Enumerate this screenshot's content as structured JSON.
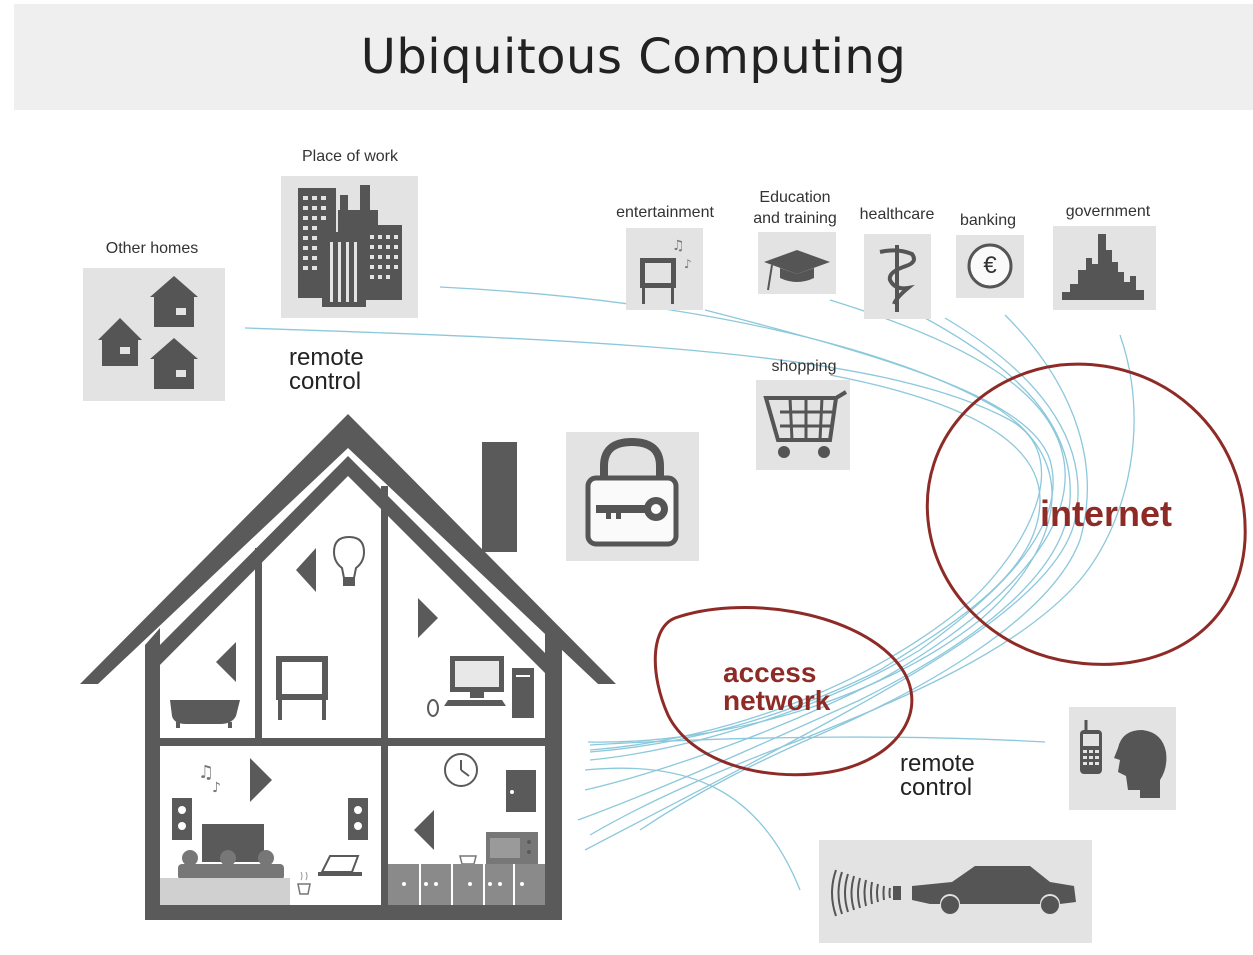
{
  "title": "Ubiquitous Computing",
  "labels": {
    "other_homes": "Other homes",
    "place_of_work": "Place of work",
    "entertainment": "entertainment",
    "education_line1": "Education",
    "education_line2": "and training",
    "healthcare": "healthcare",
    "banking": "banking",
    "government": "government",
    "shopping": "shopping",
    "internet": "internet",
    "access_line1": "access",
    "access_line2": "network",
    "remote_top_line1": "remote",
    "remote_top_line2": "control",
    "remote_bottom_line1": "remote",
    "remote_bottom_line2": "control",
    "euro_symbol": "€"
  },
  "colors": {
    "icon_gray": "#555555",
    "tile_gray": "#e3e3e3",
    "link_blue": "#8cc8dc",
    "ellipse_red": "#8e2b26",
    "banner_gray": "#efefef"
  }
}
